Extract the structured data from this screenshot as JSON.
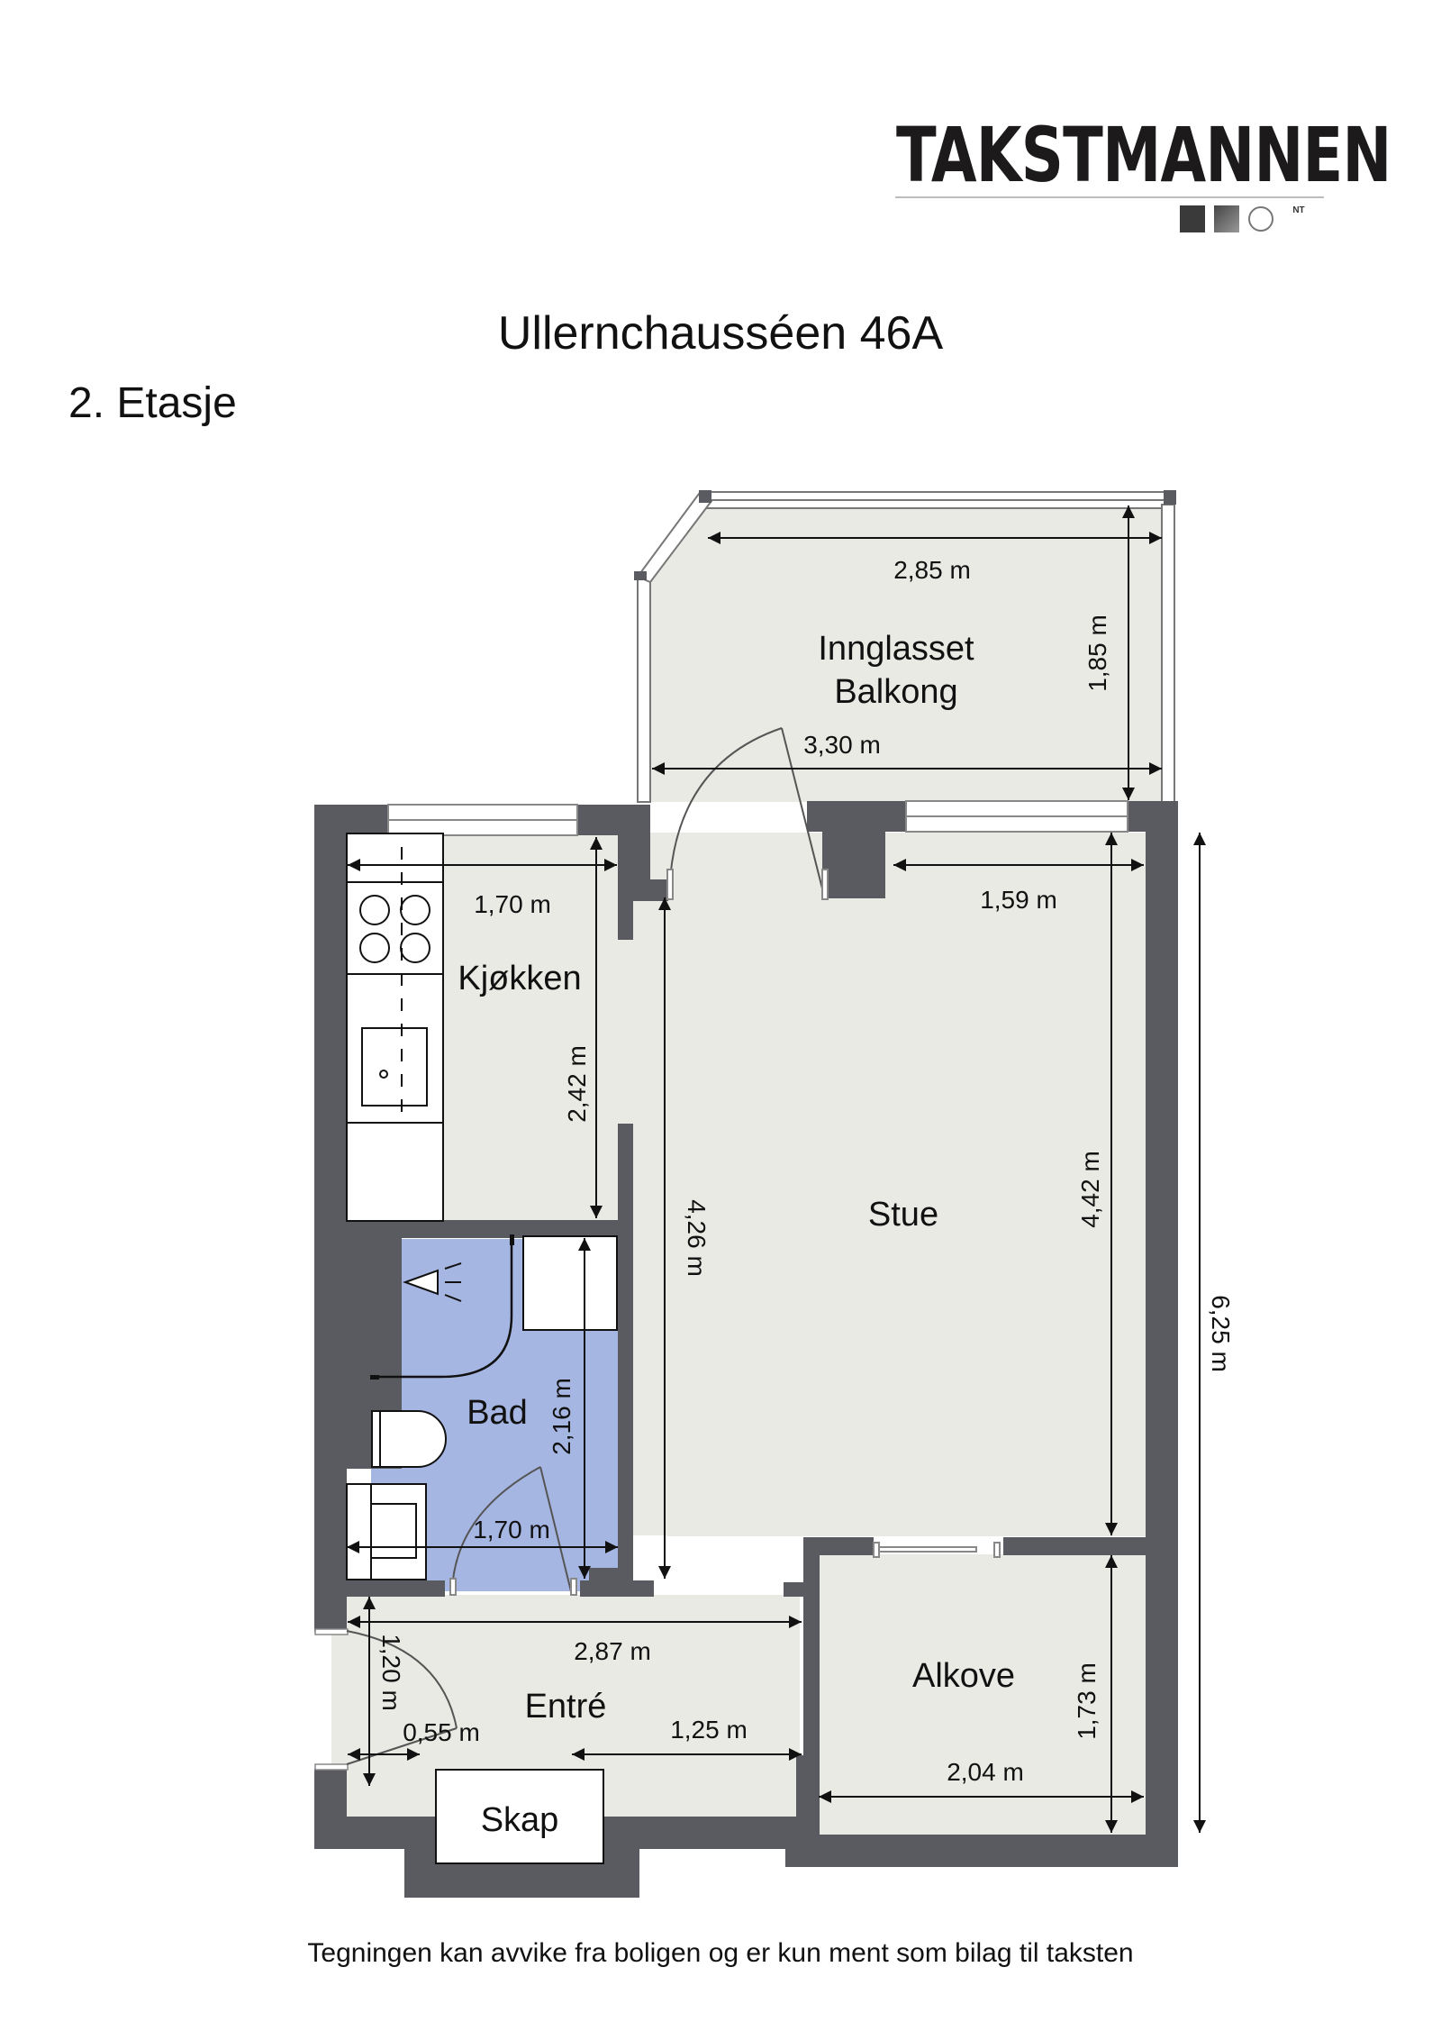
{
  "header": {
    "brand": "TAKSTMANNEN",
    "badges": [
      "org-badge-1",
      "org-badge-2",
      "org-badge-3",
      "norsk-takst-badge"
    ],
    "badge_text_norsk_takst": "NT"
  },
  "title": "Ullernchausséen 46A",
  "floor_label": "2. Etasje",
  "colors": {
    "wall": "#5a5b60",
    "floor": "#e9eae3",
    "bathroom": "#a6b6e2",
    "window": "#ffffff",
    "line": "#111111"
  },
  "rooms": [
    {
      "name": "Innglasset",
      "name2": "Balkong"
    },
    {
      "name": "Kjøkken"
    },
    {
      "name": "Bad"
    },
    {
      "name": "Stue"
    },
    {
      "name": "Entré"
    },
    {
      "name": "Alkove"
    },
    {
      "name": "Skap"
    }
  ],
  "dimensions": {
    "balkong_width_top": "2,85 m",
    "balkong_height": "1,85 m",
    "balkong_width_bottom": "3,30 m",
    "kjokken_width": "1,70 m",
    "kjokken_height": "2,42 m",
    "stue_top_right_width": "1,59 m",
    "stue_left_height": "4,26 m",
    "stue_right_height": "4,42 m",
    "total_height": "6,25 m",
    "bad_height": "2,16 m",
    "bad_width": "1,70 m",
    "entre_width": "2,87 m",
    "entre_height": "1,20 m",
    "entre_door_width": "0,55 m",
    "entre_skap_gap": "1,25 m",
    "alkove_height": "1,73 m",
    "alkove_width": "2,04 m"
  },
  "footer": {
    "disclaimer": "Tegningen kan avvike fra boligen og er kun ment som bilag til taksten"
  }
}
